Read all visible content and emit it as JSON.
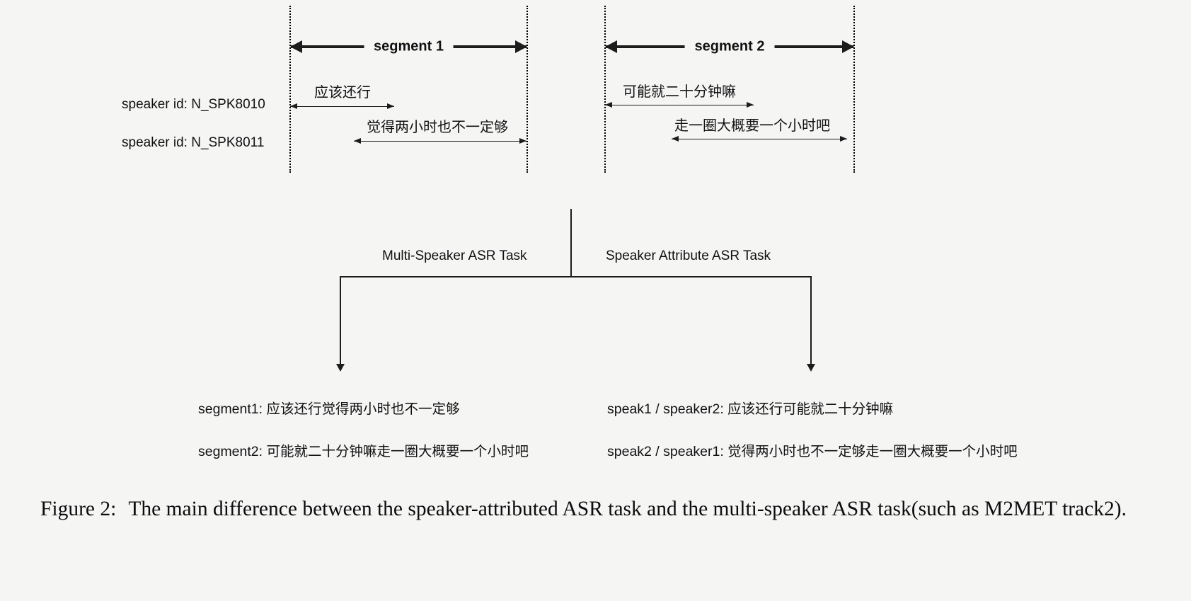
{
  "colors": {
    "background": "#f5f5f4",
    "line": "#1c1c1c",
    "text": "#111111"
  },
  "figure": {
    "segment1": {
      "label": "segment 1",
      "utt1": "应该还行",
      "utt2": "觉得两小时也不一定够"
    },
    "segment2": {
      "label": "segment 2",
      "utt1": "可能就二十分钟嘛",
      "utt2": "走一圈大概要一个小时吧"
    },
    "speakers": {
      "spk1": "speaker id: N_SPK8010",
      "spk2": "speaker id: N_SPK8011"
    },
    "tasks": {
      "left": "Multi-Speaker ASR Task",
      "right": "Speaker Attribute ASR Task"
    },
    "outputs": {
      "multi1": "segment1: 应该还行觉得两小时也不一定够",
      "multi2": "segment2: 可能就二十分钟嘛走一圈大概要一个小时吧",
      "attr1": "speak1 / speaker2: 应该还行可能就二十分钟嘛",
      "attr2": "speak2 / speaker1: 觉得两小时也不一定够走一圈大概要一个小时吧"
    }
  },
  "caption": {
    "label": "Figure 2:",
    "text": "The main difference between the speaker-attributed ASR task and the multi-speaker ASR task(such as M2MET track2)."
  }
}
